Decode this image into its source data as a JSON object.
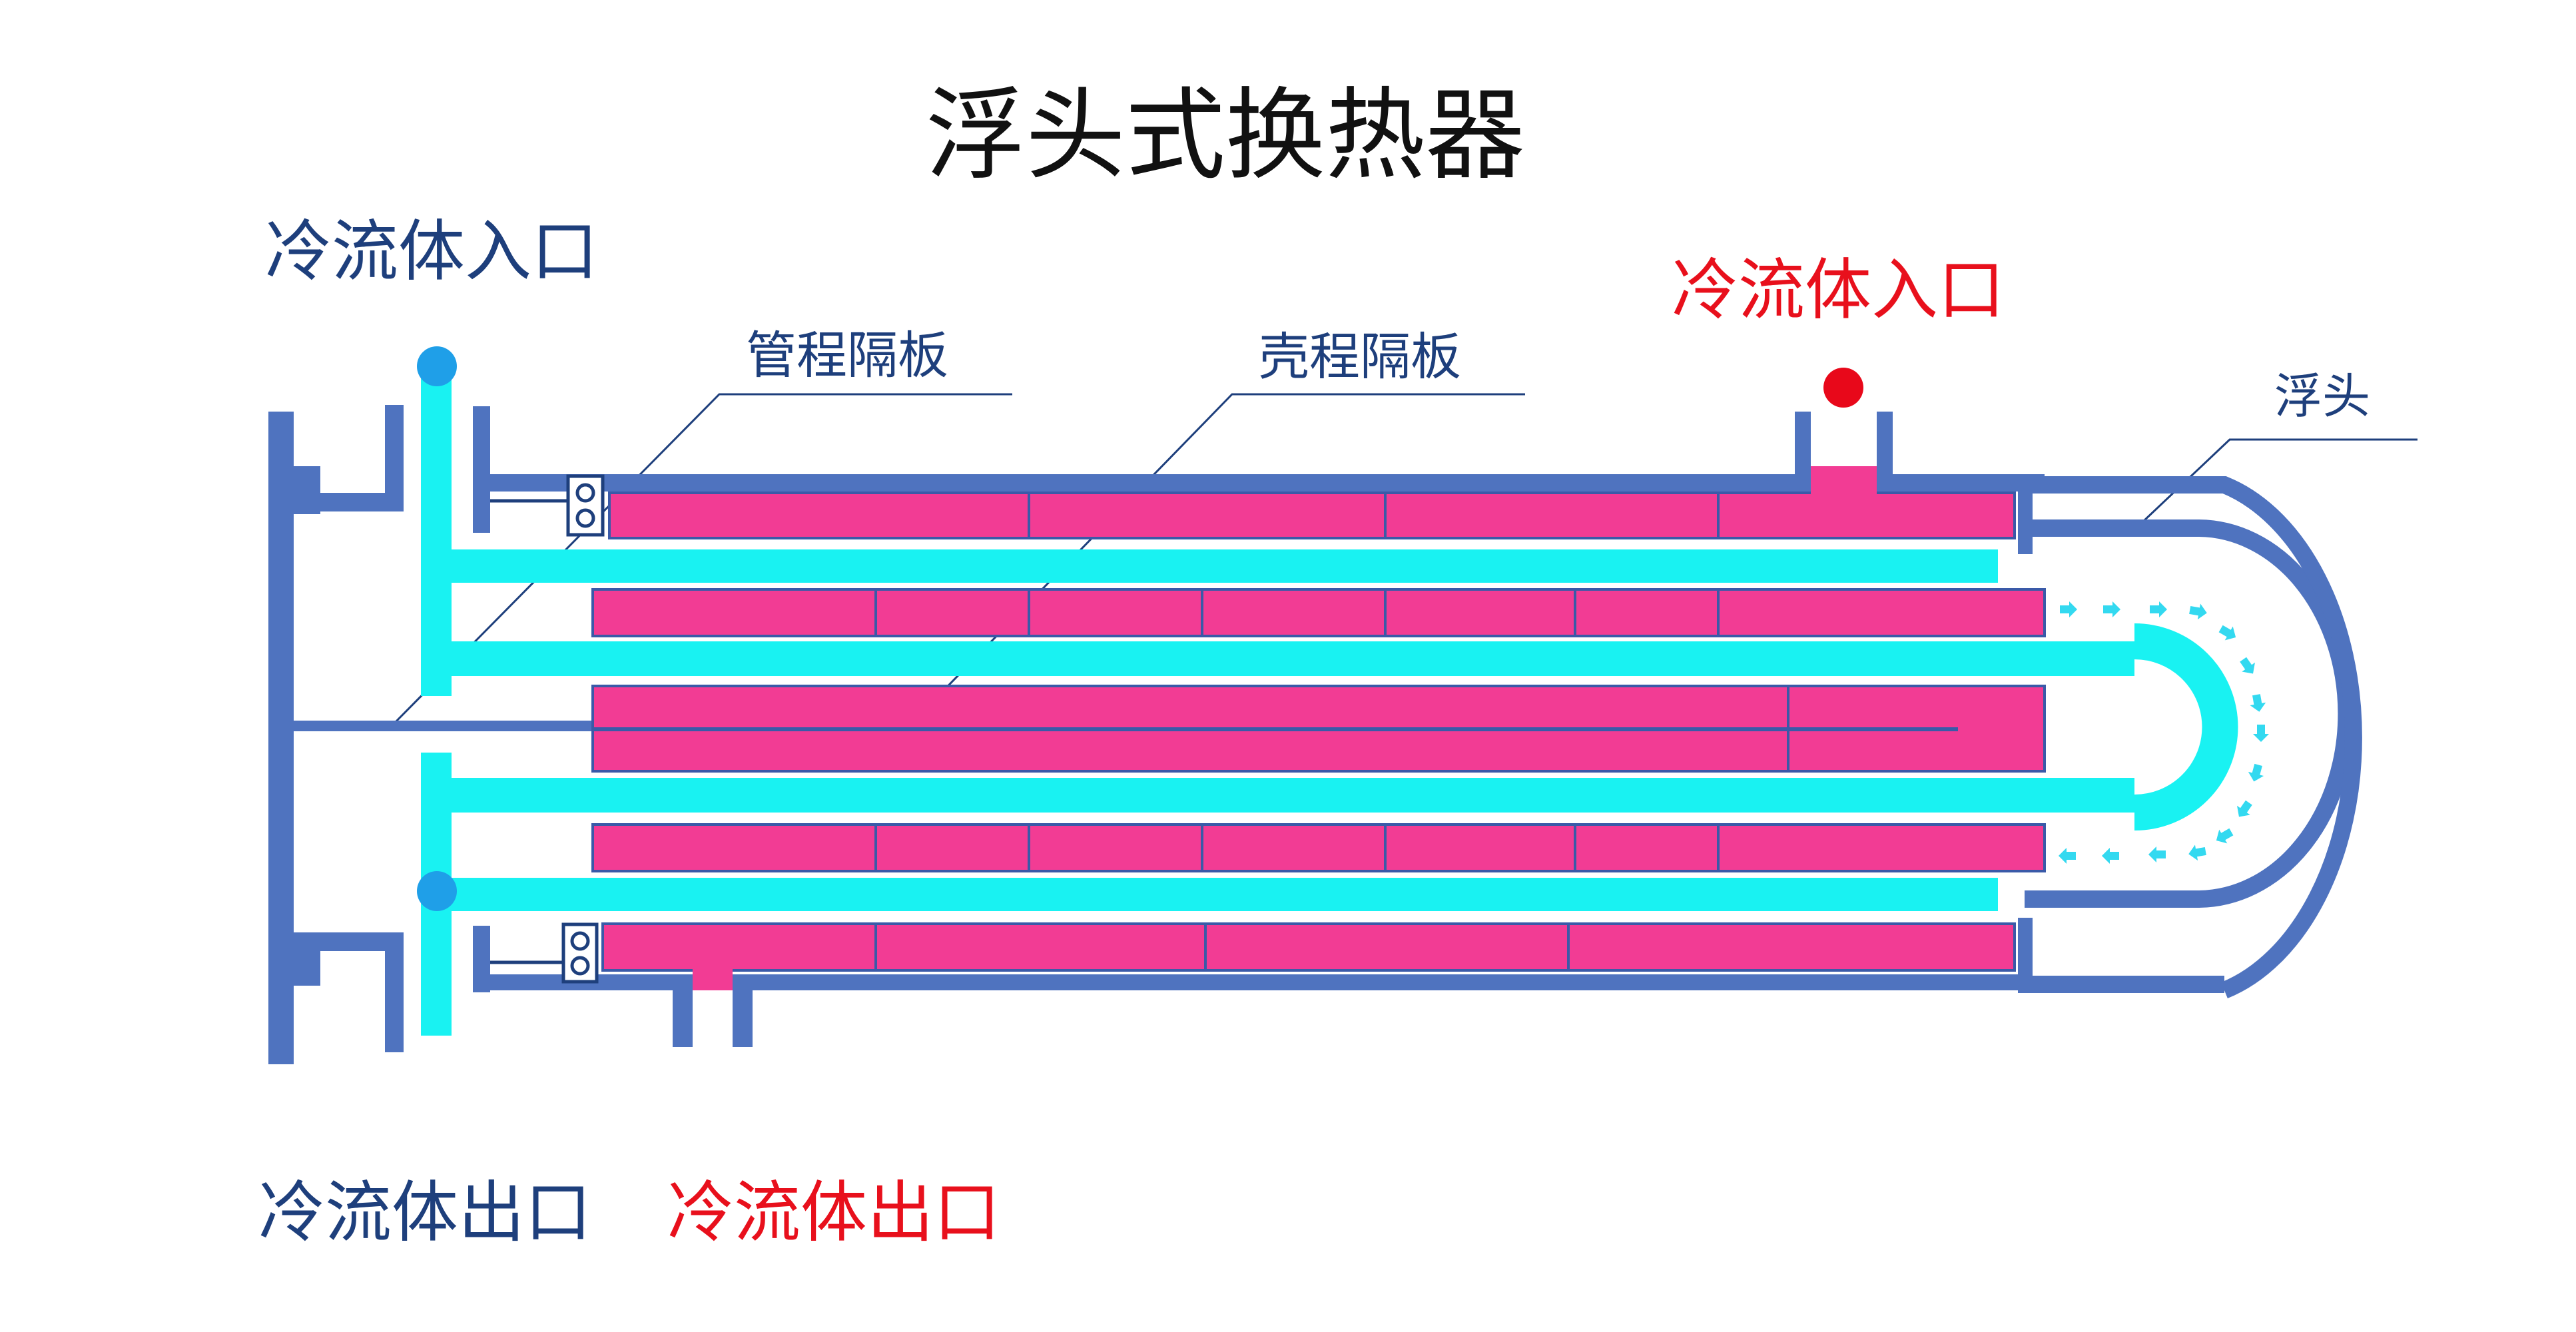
{
  "title": "浮头式换热器",
  "labels": {
    "cold_in_left": "冷流体入口",
    "cold_in_right": "冷流体入口",
    "tube_baffle": "管程隔板",
    "shell_baffle": "壳程隔板",
    "floating_head": "浮头",
    "cold_out_left": "冷流体出口",
    "cold_out_right": "冷流体出口"
  },
  "colors": {
    "shell": "#4f73bf",
    "tube_fluid": "#19f2f2",
    "shell_fluid": "#f23c94",
    "nozzle_blue": "#1f9fe8",
    "nozzle_red": "#e8081a",
    "label_navy": "#1e3f7c",
    "label_red": "#e8101c",
    "title": "#111111",
    "arrow": "#33d9f0"
  }
}
